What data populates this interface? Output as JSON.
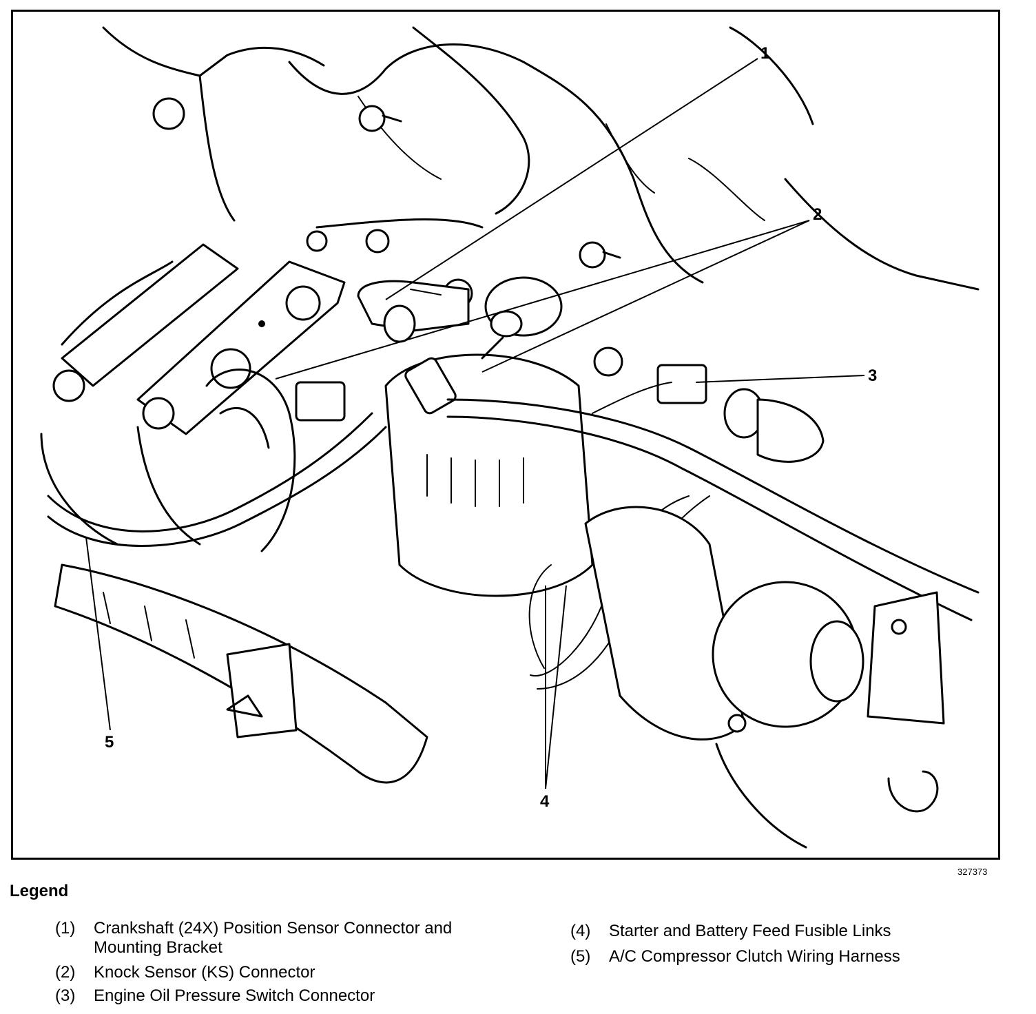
{
  "figure": {
    "id": "327373",
    "callouts": [
      "1",
      "2",
      "3",
      "4",
      "5"
    ]
  },
  "legend": {
    "title": "Legend",
    "items": [
      {
        "num": "(1)",
        "text": "Crankshaft (24X) Position Sensor Connector and Mounting Bracket"
      },
      {
        "num": "(2)",
        "text": "Knock Sensor (KS) Connector"
      },
      {
        "num": "(3)",
        "text": "Engine Oil Pressure Switch Connector"
      },
      {
        "num": "(4)",
        "text": "Starter and Battery Feed Fusible Links"
      },
      {
        "num": "(5)",
        "text": "A/C Compressor Clutch Wiring Harness"
      }
    ]
  }
}
